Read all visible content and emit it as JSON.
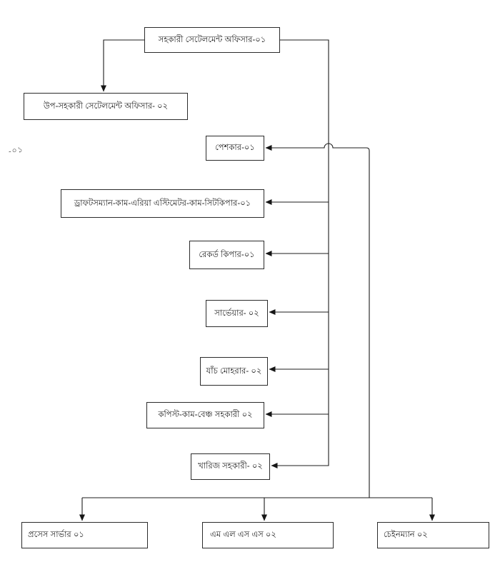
{
  "diagram": {
    "type": "org-chart",
    "line_color": "#1c1c1c",
    "stray_label": "-০১",
    "boxes": [
      {
        "id": "assistant-settlement-officer",
        "label": "সহকারী সেটেলমেন্ট অফিসার-০১"
      },
      {
        "id": "deputy-assistant-settlement-officer",
        "label": "উপ-সহকারী সেটেলমেন্ট অফিসার- ০২"
      },
      {
        "id": "peshkar",
        "label": "পেশকার-০১"
      },
      {
        "id": "draftsman-cum-area-estimator-cum-seatkeeper",
        "label": "ড্রাফটসম্যান-কাম-এরিয়া এস্টিমেটর-কাম-সিটকিপার-০১"
      },
      {
        "id": "record-keeper",
        "label": "রেকর্ড কিপার-০১"
      },
      {
        "id": "surveyor",
        "label": "সার্ভেয়ার- ০২"
      },
      {
        "id": "jach-moharar",
        "label": "যাঁচ মোহরার- ০২"
      },
      {
        "id": "copyist-cum-bench-assistant",
        "label": "কপিস্ট-কাম-বেঞ্চ সহকারী ০২"
      },
      {
        "id": "kharij-assistant",
        "label": "খারিজ সহকারী- ০২"
      },
      {
        "id": "process-server",
        "label": "প্রসেস সার্ভার ০১"
      },
      {
        "id": "mlss",
        "label": "এম এল এস এস  ০২"
      },
      {
        "id": "chainman",
        "label": "চেইনম্যান  ০২"
      }
    ]
  }
}
